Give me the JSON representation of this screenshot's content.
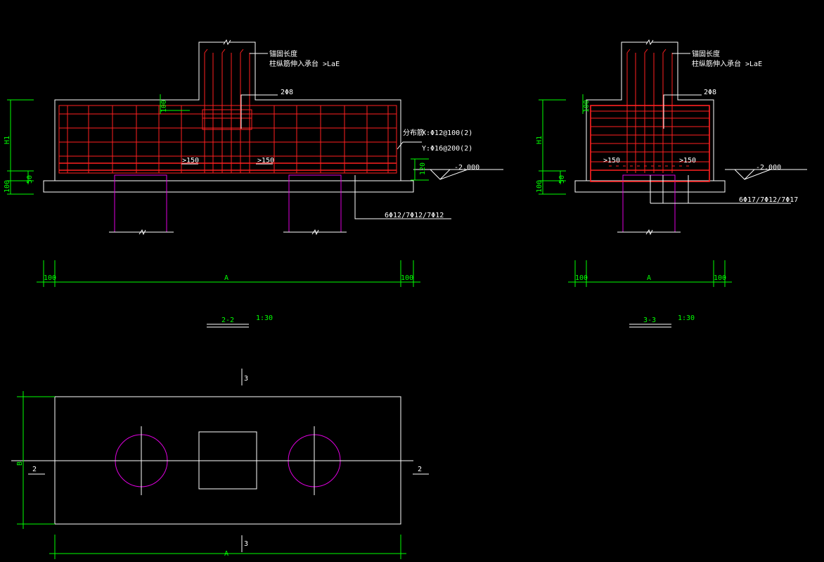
{
  "colors": {
    "background": "#000000",
    "outline": "#ffffff",
    "rebar": "#ff2020",
    "dimension": "#00ff00",
    "pile": "#e000e0"
  },
  "note_anchor_l1": "锚固长度",
  "note_anchor_l2": "柱纵筋伸入承台 >LaE",
  "stirrup": "2Φ8",
  "mesh_label": "分布筋",
  "mesh_x": "X:Φ12@100(2)",
  "mesh_y": "Y:Φ16@200(2)",
  "min150": ">150",
  "elev": "-2.000",
  "bars_22": "6Φ12/7Φ12/7Φ12",
  "bars_33": "6Φ17/7Φ12/7Φ17",
  "dim_h1": "H1",
  "dim_50": "50",
  "dim_100": "100",
  "dim_120": "120",
  "dim_a": "A",
  "dim_b": "B",
  "sec22": "2-2",
  "sec33": "3-3",
  "scale": "1:30",
  "cut2": "2",
  "cut3": "3"
}
